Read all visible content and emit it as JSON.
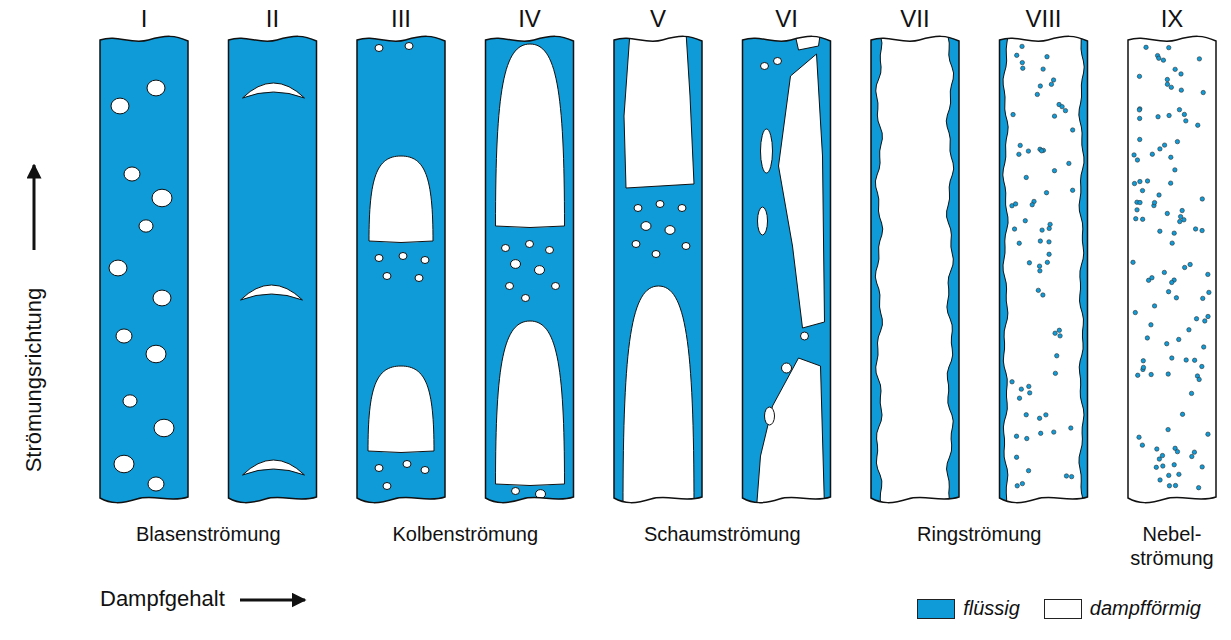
{
  "diagram": {
    "labels": [
      "I",
      "II",
      "III",
      "IV",
      "V",
      "VI",
      "VII",
      "VIII",
      "IX",
      "Strömungsrichtung",
      "Blasenströmung",
      "Kolbenströmung",
      "Schaumströmung",
      "Ringströmung",
      "Nebel- strömung",
      "Dampfgehalt"
    ],
    "legend": [
      {
        "text": "flüssig",
        "color": "#0f9bd7"
      },
      {
        "text": "dampfförmig",
        "color": "#ffffff"
      }
    ]
  }
}
